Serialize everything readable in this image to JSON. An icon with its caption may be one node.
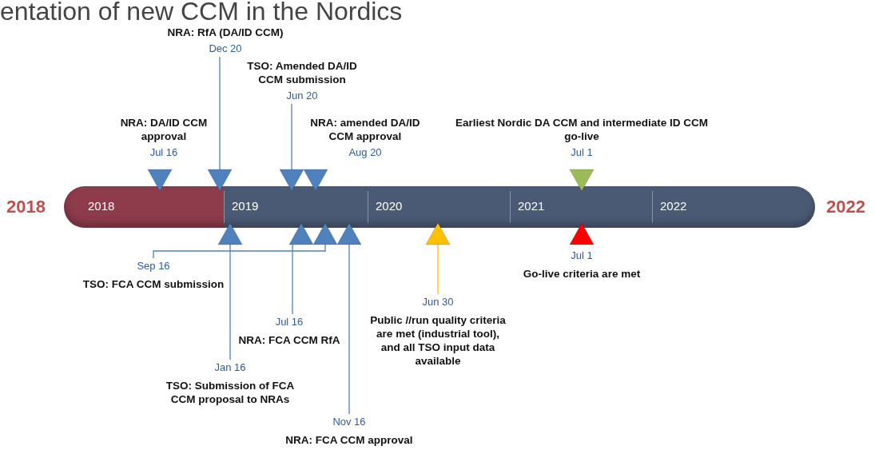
{
  "diagram": {
    "title": "entation of new CCM in the Nordics",
    "nodes": [
      {
        "text": [
          "2018",
          "2019",
          "2020",
          "2021",
          "2022"
        ],
        "beside": [
          "2018",
          "2022"
        ]
      },
      {
        "text": [
          "NRA: DA/ID CCM approval",
          "Jul 16"
        ]
      },
      {
        "text": [],
        "shape": "triangle"
      },
      {
        "text": [
          "NRA: RfA (DA/ID CCM)",
          "Dec 20"
        ]
      },
      {
        "text": [],
        "shape": "triangle"
      },
      {
        "text": [
          "TSO: Amended DA/ID CCM submission",
          "Jun 20"
        ]
      },
      {
        "text": [],
        "shape": "triangle"
      },
      {
        "text": [
          "NRA: amended DA/ID CCM approval",
          "Aug 20"
        ]
      },
      {
        "text": [],
        "shape": "triangle"
      },
      {
        "text": [
          "Earliest Nordic DA CCM and intermediate ID CCM go-live",
          "Jul 1"
        ]
      },
      {
        "text": [],
        "shape": "triangle"
      },
      {
        "text": [
          "Jan 16",
          "TSO: Submission of FCA CCM proposal to NRAs"
        ]
      },
      {
        "text": [],
        "shape": "triangle"
      },
      {
        "text": [
          "Jul 16",
          "NRA: FCA CCM RfA"
        ]
      },
      {
        "text": [],
        "shape": "triangle"
      },
      {
        "text": [
          "Sep 16",
          "TSO: FCA CCM submission"
        ]
      },
      {
        "text": [],
        "shape": "triangle"
      },
      {
        "text": [
          "Nov 16",
          "NRA: FCA CCM approval"
        ]
      },
      {
        "text": [],
        "shape": "triangle"
      },
      {
        "text": [
          "Jun 30",
          "Public //run quality criteria are met (industrial tool), and all TSO input data available"
        ]
      },
      {
        "text": [],
        "shape": "triangle"
      },
      {
        "text": [
          "Jul 1",
          "Go-live criteria are met"
        ]
      },
      {
        "text": [],
        "shape": "triangle"
      }
    ],
    "edges": [
      {
        "from": 3,
        "to": 4,
        "arrow": "none"
      },
      {
        "from": 5,
        "to": 6,
        "arrow": "none"
      },
      {
        "from": 11,
        "to": 12,
        "arrow": "none"
      },
      {
        "from": 13,
        "to": 14,
        "arrow": "none"
      },
      {
        "from": 15,
        "to": 16,
        "arrow": "none"
      },
      {
        "from": 17,
        "to": 18,
        "arrow": "none"
      },
      {
        "from": 19,
        "to": 20,
        "arrow": "none",
        "color": "#ffc000"
      }
    ]
  }
}
